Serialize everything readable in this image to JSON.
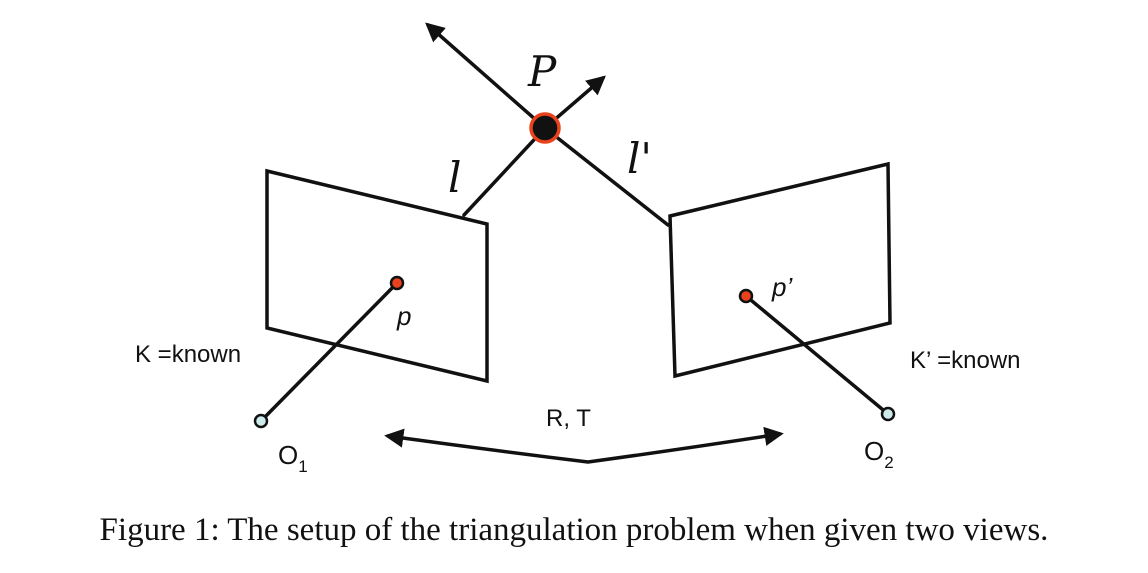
{
  "labels": {
    "point_world": "P",
    "ray_left": "l",
    "ray_right": "l'",
    "point_left_image": "p",
    "point_right_image": "p’",
    "intrinsics_left": "K =known",
    "intrinsics_right": "K’ =known",
    "extrinsics": "R, T",
    "camera_left_base": "O",
    "camera_left_sub": "1",
    "camera_right_base": "O",
    "camera_right_sub": "2"
  },
  "caption": "Figure 1: The setup of the triangulation problem when given two views.",
  "colors": {
    "ink": "#111111",
    "point_outline": "#e8431c",
    "image_point_fill": "#e8431c",
    "camera_center_fill": "#cfeaea"
  }
}
